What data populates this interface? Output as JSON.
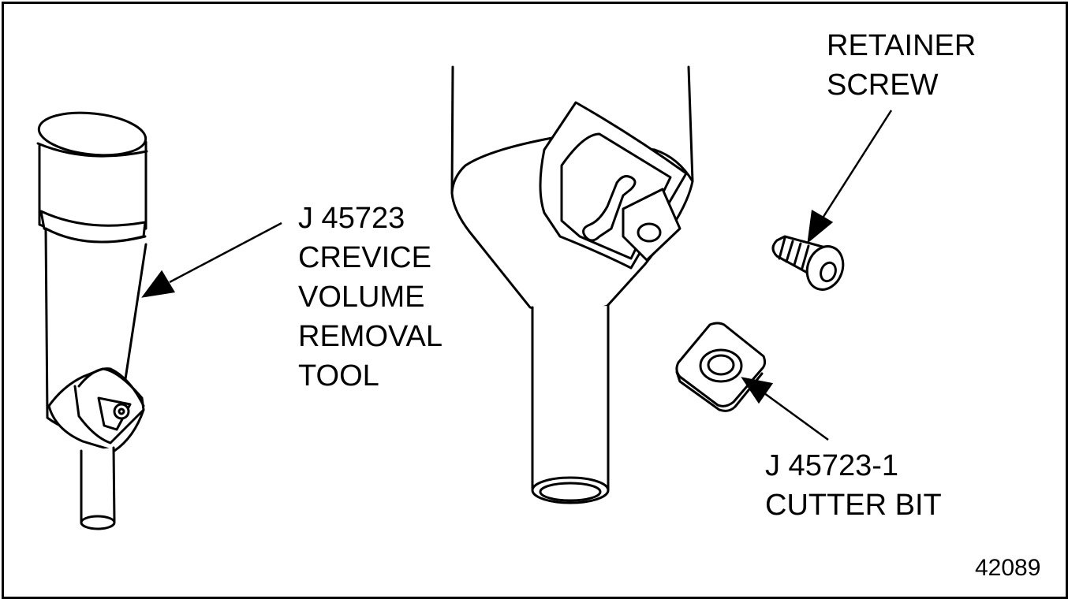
{
  "labels": {
    "tool": [
      "J 45723",
      "CREVICE",
      "VOLUME",
      "REMOVAL",
      "TOOL"
    ],
    "screw": [
      "RETAINER",
      "SCREW"
    ],
    "cutter": [
      "J 45723-1",
      "CUTTER BIT"
    ]
  },
  "figure_number": "42089",
  "colors": {
    "line": "#000000",
    "background": "#ffffff"
  }
}
